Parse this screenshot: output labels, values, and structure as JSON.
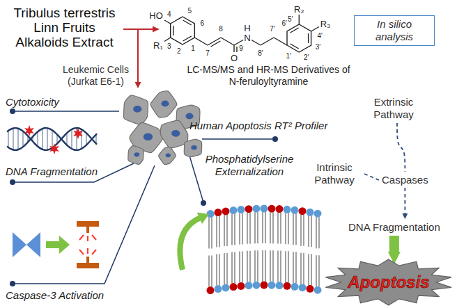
{
  "diagram": {
    "nodes": [
      {
        "text": [
          "Tribulus terrestris Linn Fruits Alkaloids Extract"
        ]
      },
      {
        "text": [
          "In silico analysis"
        ]
      },
      {
        "text": [
          "Leukemic Cells (Jurkat E6-1)"
        ]
      },
      {
        "text": [
          "Extrinsic Pathway"
        ]
      },
      {
        "text": [
          "Intrinsic Pathway"
        ]
      },
      {
        "text": [
          "Caspases"
        ]
      },
      {
        "text": [
          "DNA Fragmentation"
        ]
      },
      {
        "text": [
          "Apoptosis"
        ]
      }
    ],
    "edges": [
      {
        "from": 0,
        "to": 2,
        "arrow": "to"
      },
      {
        "from": 3,
        "to": 5,
        "arrow": "none"
      },
      {
        "from": 4,
        "to": 5,
        "arrow": "none"
      },
      {
        "from": 5,
        "to": 6,
        "arrow": "to"
      },
      {
        "from": 6,
        "to": 7,
        "arrow": "to"
      }
    ],
    "labels": [
      "HO",
      "4",
      "5",
      "6",
      "1",
      "2",
      "3",
      "R₁",
      "7",
      "8",
      "9",
      "O",
      "N",
      "H",
      "8′",
      "7′",
      "1′",
      "2′",
      "3′",
      "4′",
      "5′",
      "6′",
      "R₂",
      "R₃",
      "LC-MS/MS and HR-MS Derivatives of N-feruloyltyramine",
      "Cytotoxicity",
      "DNA Fragmentation",
      "Caspase-3 Activation",
      "Human Apoptosis RT² Profiler",
      "Phosphatidylserine Externalization"
    ]
  }
}
